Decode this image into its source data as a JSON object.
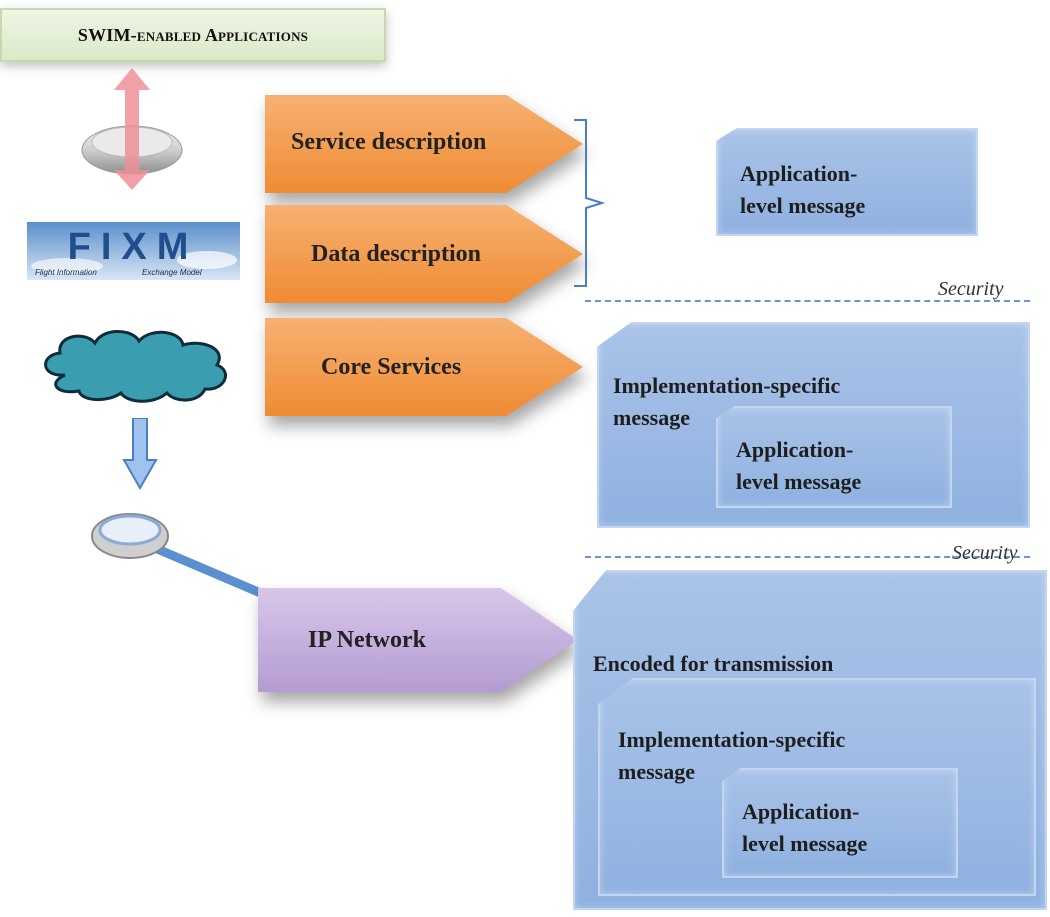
{
  "header": {
    "title": "SWIM-enabled Applications"
  },
  "arrows": {
    "service": "Service description",
    "data": "Data description",
    "core": "Core Services",
    "ip": "IP Network"
  },
  "logo": {
    "main": "FIXM",
    "sub1": "Flight Information",
    "sub2": "Exchange Model"
  },
  "security": {
    "label1": "Security",
    "label2": "Security"
  },
  "boxes": {
    "app_top": {
      "label": "Application-\nlevel message"
    },
    "impl_mid": {
      "label": "Implementation-specific\nmessage",
      "inner": "Application-\nlevel message"
    },
    "encoded": {
      "label": "Encoded for transmission",
      "impl": "Implementation-specific\nmessage",
      "inner": "Application-\nlevel message"
    }
  },
  "colors": {
    "arrow_orange": "#ef8b33",
    "arrow_purple": "#b49cd2",
    "message_blue": "#8fb1e0",
    "header_green": "#dbeac9",
    "cloud_teal": "#3a9db0",
    "security_line": "#6f93c8"
  },
  "icons": [
    "pan-tilt-icon",
    "fixm-logo",
    "cloud-icon",
    "down-arrow-icon",
    "ring-icon"
  ]
}
